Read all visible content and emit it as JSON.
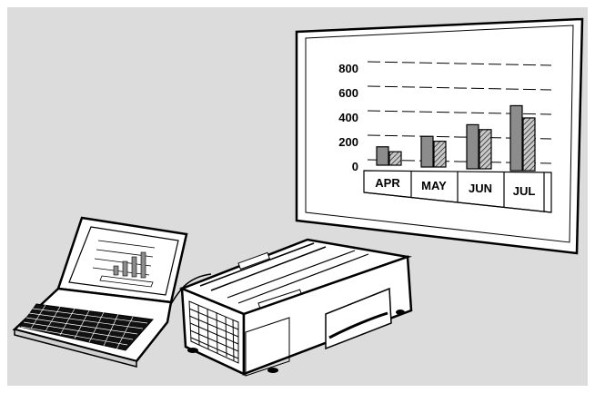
{
  "colors": {
    "background": "#dcdcdc",
    "frame": "#ffffff",
    "outline": "#000000",
    "bar_solid": "#8c8c8c",
    "bar_hatched": "#c8c8c8"
  },
  "icons": [
    "laptop-icon",
    "projector-icon",
    "projection-screen-icon"
  ],
  "chart_data": {
    "type": "bar",
    "categories": [
      "APR",
      "MAY",
      "JUN",
      "JUL"
    ],
    "y_ticks": [
      "800",
      "600",
      "400",
      "200",
      "0"
    ],
    "ylim": [
      0,
      800
    ],
    "series": [
      {
        "values": [
          150,
          250,
          360,
          530
        ]
      },
      {
        "values": [
          110,
          210,
          320,
          430
        ]
      }
    ],
    "grid": true
  }
}
